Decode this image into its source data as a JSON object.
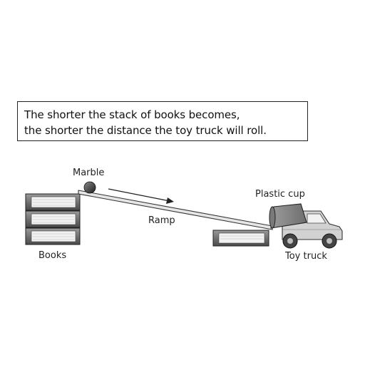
{
  "statement": {
    "line1": "The shorter the stack of books becomes,",
    "line2": "the shorter the distance the toy truck will roll."
  },
  "labels": {
    "marble": "Marble",
    "ramp": "Ramp",
    "plastic_cup": "Plastic cup",
    "books": "Books",
    "toy_truck": "Toy truck"
  }
}
